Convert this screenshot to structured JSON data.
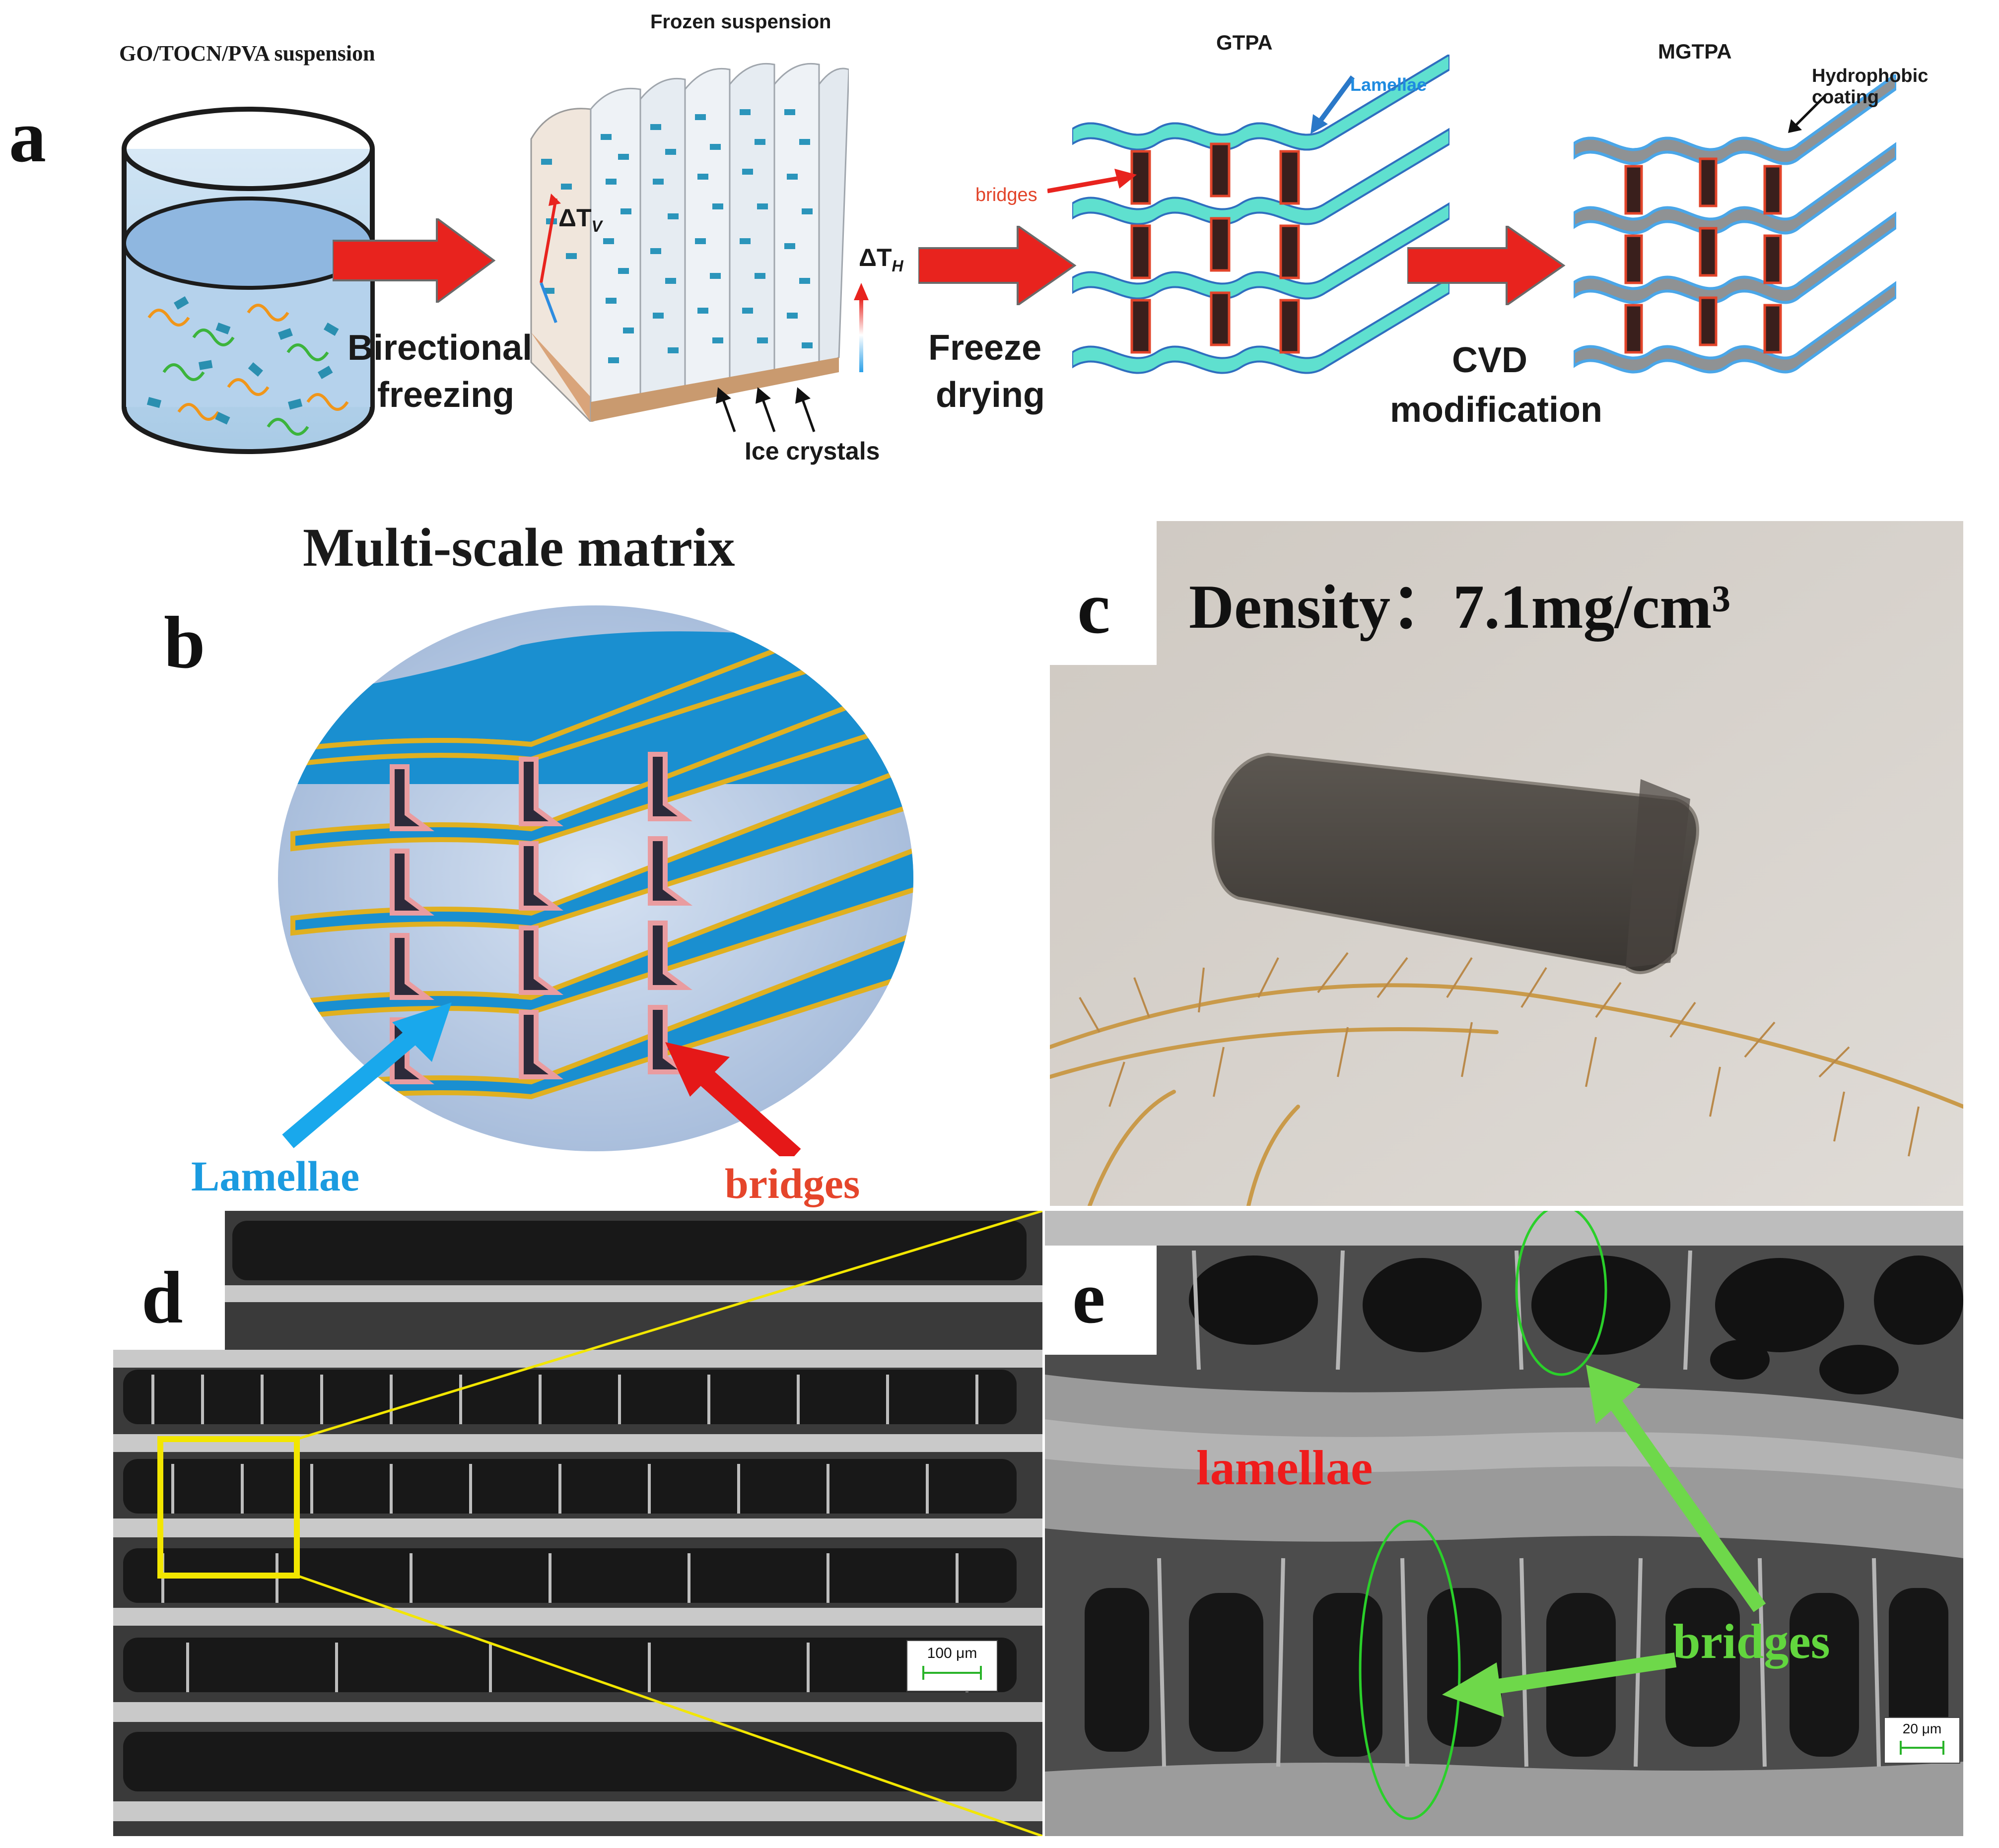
{
  "panel_letters": {
    "a": "a",
    "b": "b",
    "c": "c",
    "d": "d",
    "e": "e"
  },
  "panel_a": {
    "suspension_title": "GO/TOCN/PVA suspension",
    "frozen_title": "Frozen suspension",
    "gtpa_title": "GTPA",
    "mgtpa_title": "MGTPA",
    "step1_line1": "Birectional",
    "step1_line2": "freezing",
    "step2_line1": "Freeze",
    "step2_line2": "drying",
    "step3_line1": "CVD",
    "step3_line2": "modification",
    "delta_tv": "ΔT",
    "delta_tv_sub": "V",
    "delta_th": "ΔT",
    "delta_th_sub": "H",
    "ice_crystals": "Ice crystals",
    "bridges": "bridges",
    "lamellae": "Lamellae",
    "hydrophobic": "Hydrophobic coating",
    "colors": {
      "arrow": "#e8231e",
      "lamella_gtpa": "#5fe0cf",
      "lamella_mgtpa": "#8f9294",
      "bridge": "#e2442a"
    }
  },
  "panel_b": {
    "title": "Multi-scale matrix",
    "lamellae": "Lamellae",
    "bridges": "bridges",
    "colors": {
      "lamellae_text": "#1b9be0",
      "bridges_text": "#e5452b",
      "sheet": "#1a8fd0",
      "edge": "#e0b020"
    }
  },
  "panel_c": {
    "density": "Density：7.1mg/cm³"
  },
  "panel_d": {
    "scale_bar": "100 μm"
  },
  "panel_e": {
    "lamellae": "lamellae",
    "bridges": "bridges",
    "scale_bar": "20 μm",
    "colors": {
      "lamellae_text": "#ee1c1c",
      "bridges_text": "#62d63e"
    }
  }
}
